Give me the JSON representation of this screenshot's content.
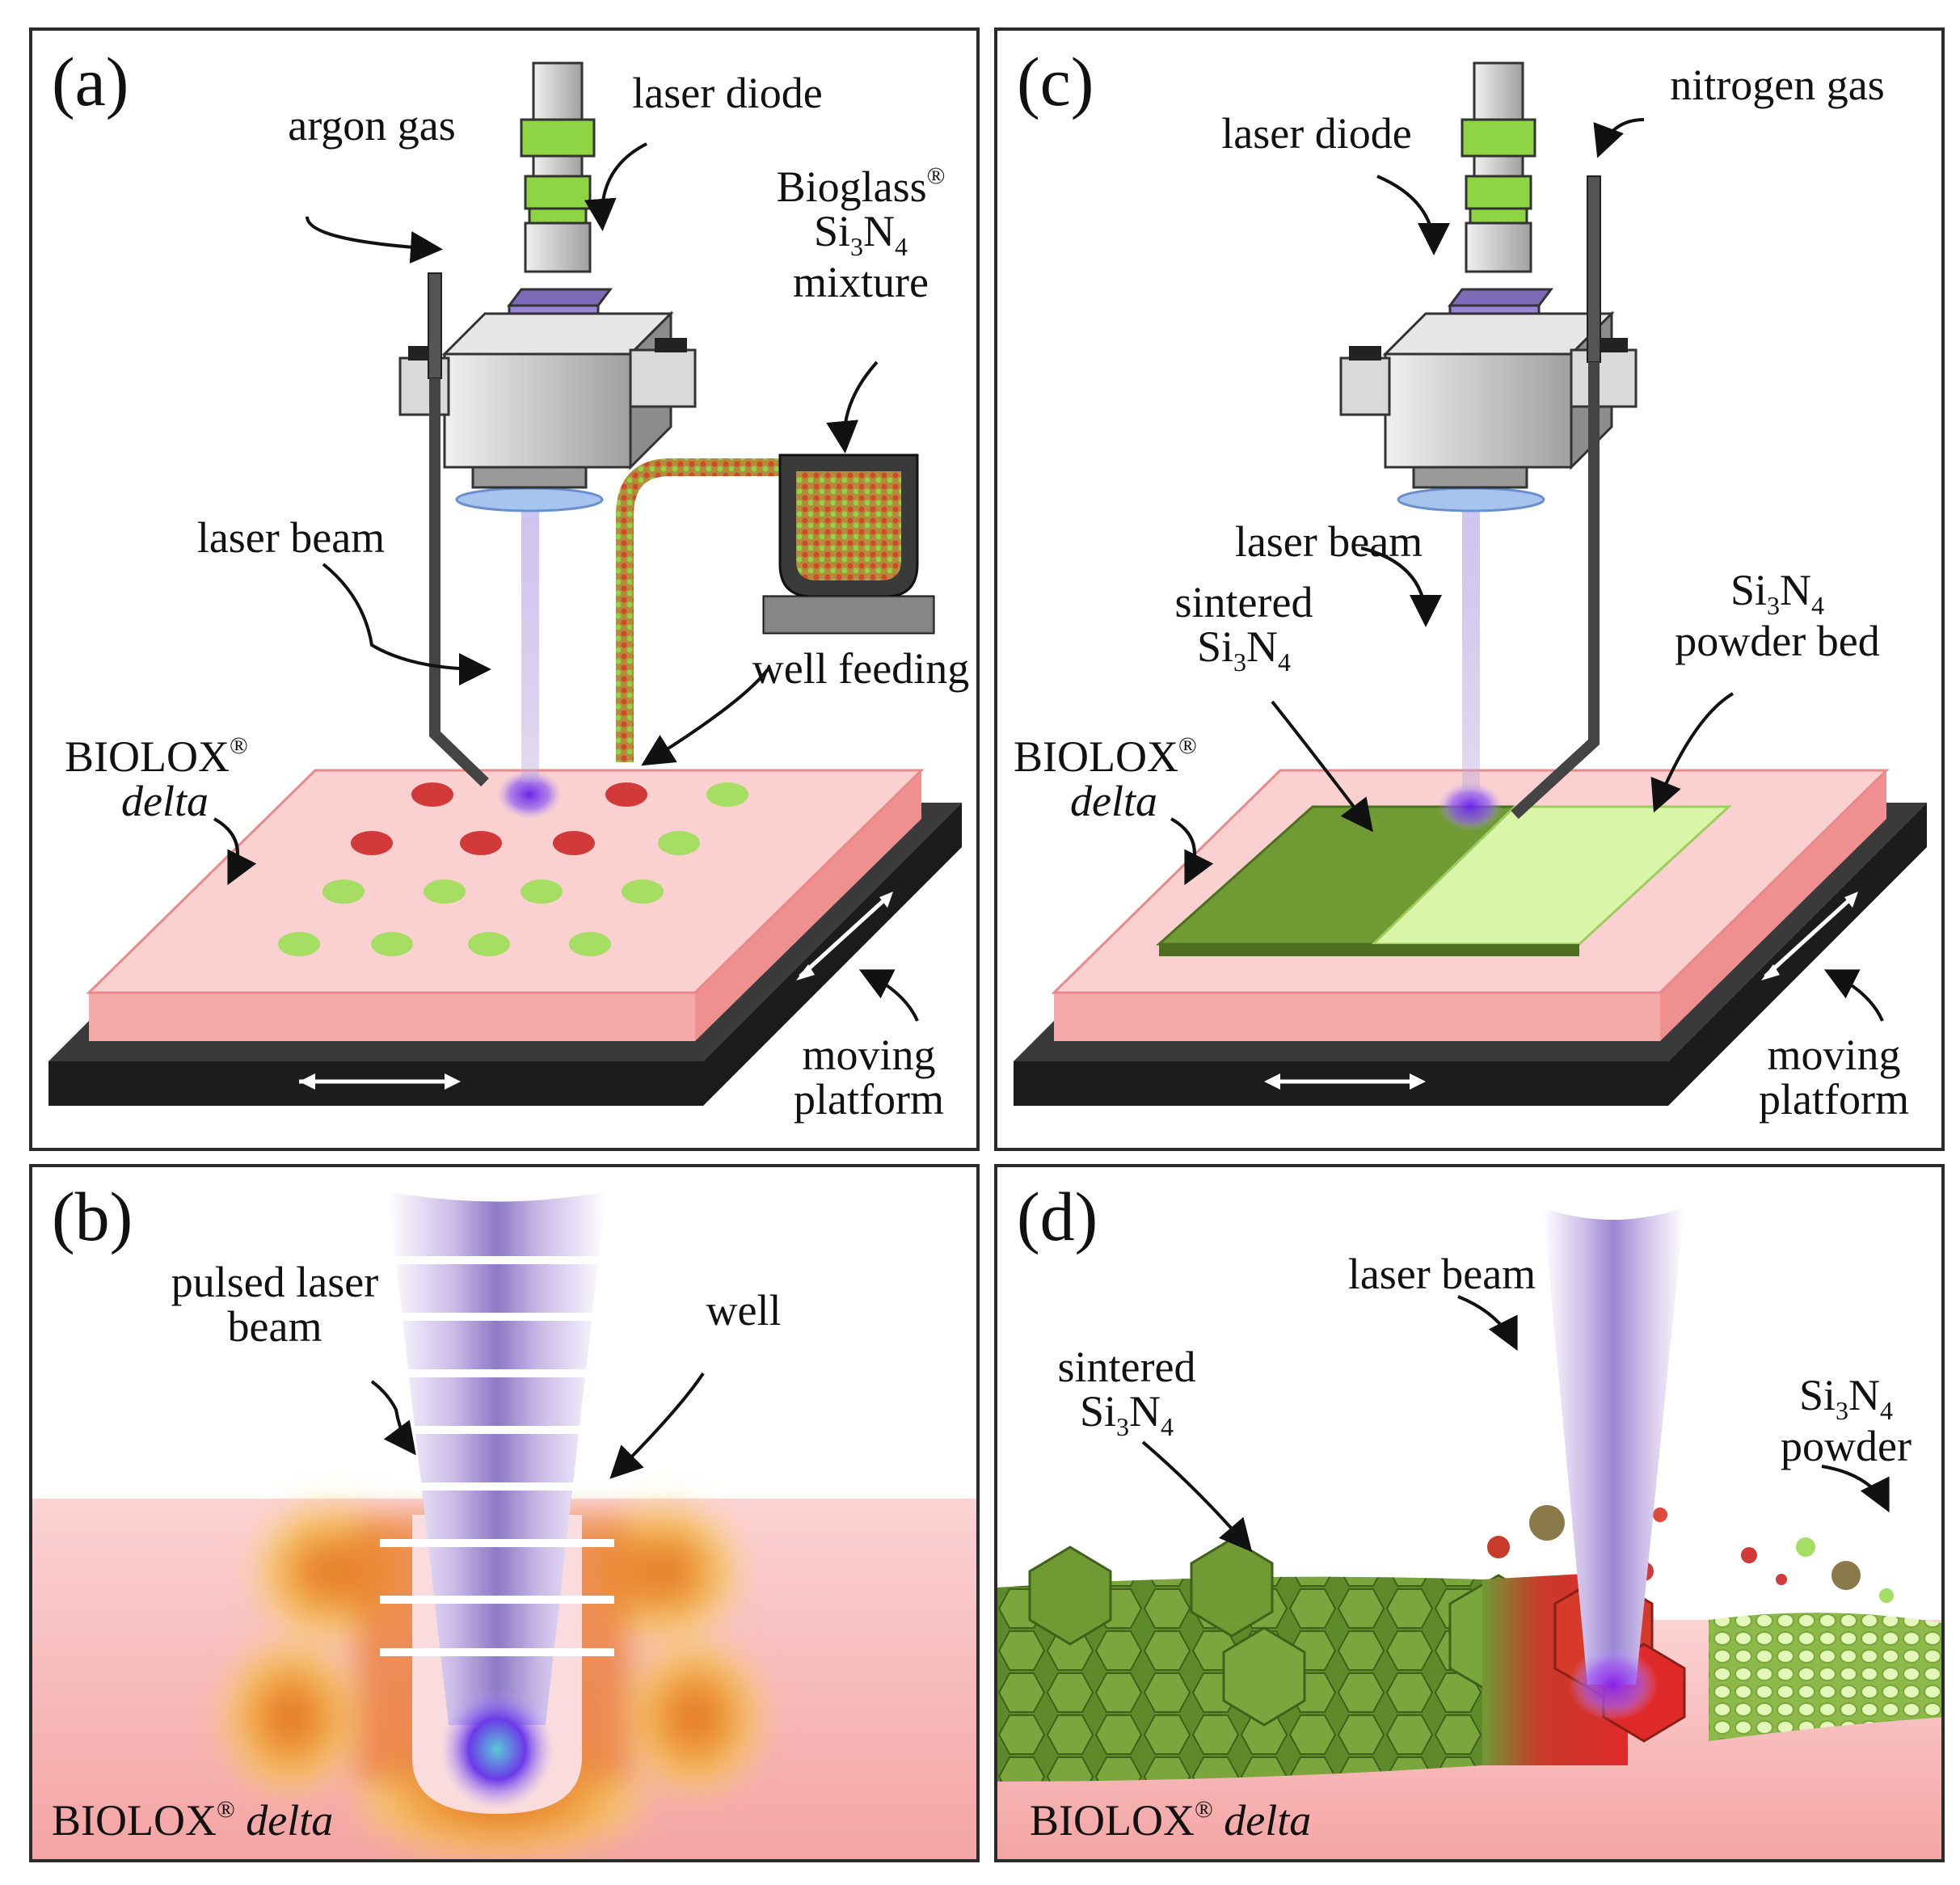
{
  "panel_a": {
    "letter": "(a)",
    "argon_gas": "argon gas",
    "laser_diode": "laser diode",
    "mix_a": "Bioglass",
    "mix_b": "Si",
    "mix_c": "N",
    "mix_d": "mixture",
    "laser_beam": "laser beam",
    "well_feeding": "well feeding",
    "biolox": "BIOLOX",
    "delta": "delta",
    "moving_platform": "moving platform"
  },
  "panel_b": {
    "letter": "(b)",
    "pulsed_laser_beam": "pulsed laser beam",
    "well": "well",
    "biolox": "BIOLOX",
    "delta": "delta"
  },
  "panel_c": {
    "letter": "(c)",
    "laser_diode": "laser diode",
    "nitrogen_gas": "nitrogen gas",
    "laser_beam": "laser beam",
    "sintered": "sintered",
    "si": "Si",
    "n": "N",
    "powder_bed": "powder bed",
    "biolox": "BIOLOX",
    "delta": "delta",
    "moving_platform": "moving platform"
  },
  "panel_d": {
    "letter": "(d)",
    "laser_beam": "laser beam",
    "sintered": "sintered",
    "si": "Si",
    "n": "N",
    "powder": "powder",
    "biolox": "BIOLOX",
    "delta": "delta"
  },
  "symbols": {
    "registered": "®",
    "sub3": "3",
    "sub4": "4"
  },
  "colors": {
    "frame": "#2b2b2b",
    "ceramic": "#f7b3b3",
    "ceramic_edge": "#e88a8a",
    "platform": "#1c1c1c",
    "laser": "#b7a6d8",
    "sintered": "#6f9a34",
    "powder": "#d9f5a8",
    "red_dot": "#d23a3a",
    "green_dot": "#a6dd63",
    "purple_spot": "#7b2be0",
    "diode_green": "#8fd443",
    "diode_lens": "#8f78c8"
  }
}
